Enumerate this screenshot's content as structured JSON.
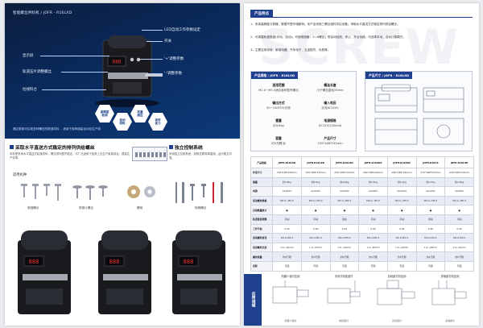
{
  "left": {
    "hero_title": "智能螺丝供料机 / JOFR · R16LXD",
    "callouts": [
      "LED自动工作参数设定",
      "开关",
      "显示屏",
      "轨道压片调整螺丝",
      "拉线料仓",
      "'+'调整参数",
      "'-'调整参数"
    ],
    "hexes": [
      "高精度\n检测",
      "自动\n供料",
      "双重\n感应",
      "省时\n省力"
    ],
    "hero_foot": "通过参数可实现多种螺丝的精准供料 ，适用于各种组装自动化生产线",
    "feature1": {
      "title": "采取水平直送方式稳定的排列供给螺丝",
      "desc": "本机型采用水平直送式轨道供料，螺丝排列整齐稳定，可广泛适用于各类工业生产组装场合，提高生产效率。"
    },
    "feature2": {
      "title": "独立控制系统",
      "desc": "采用独立控制系统，参数设置简单直观，运行稳定可靠。"
    },
    "screws_title": "适用机种",
    "screw_groups": [
      "常规螺丝",
      "带垫片螺丝",
      "螺母",
      "特殊螺丝"
    ]
  },
  "right": {
    "watermark": "SCREW",
    "features_tag": "产品特点",
    "features": [
      "1、采用高精度计算器，数据不受环境影响；本产品采用三螺丝组件供应设备；采取水平直送方式稳定排列供给螺丝。",
      "2、可调整轨道宽度(手动、自动)；可使用规格：1～8螺丝；带自动检测、停止、开合功能；可选择手动、自动计数模式。",
      "3、主要应用领域：家用电器、汽车电子、五金配件、玩具等。"
    ],
    "params_tag": "产品规格 / JOFR · R16LXD",
    "dims_tag": "产品尺寸 / JOFR · R16LXD",
    "specs": [
      {
        "k": "适用范围",
        "v": "M2.0~M5.0适合各种型号螺丝"
      },
      {
        "k": "螺丝长度",
        "v": "小于螺丝直径25mm"
      },
      {
        "k": "输出方式",
        "v": "50~100PCS/分钟"
      },
      {
        "k": "输入电压",
        "v": "交流AC220V"
      },
      {
        "k": "重量",
        "v": "约4.8kg"
      },
      {
        "k": "电源规格",
        "v": "DC12V/1200mA"
      },
      {
        "k": "容量",
        "v": "约5万颗/台"
      },
      {
        "k": "产品尺寸",
        "v": "255*188*233mm"
      }
    ],
    "table": {
      "headers": [
        "产品规格",
        "JOFR-R16LXD",
        "JOFR-R16LXD",
        "JOFR-R16LXD",
        "JOFR-R16XDS",
        "JOFR-R16XDC",
        "JOFR-R16CX",
        "JOFR-R16LXD"
      ],
      "rows": [
        [
          "外形尺寸",
          "255*188*233mm",
          "255*188*233mm",
          "255*188*233mm",
          "260*188*240mm",
          "260*188*240mm",
          "275*188*233mm",
          "255*188*233mm"
        ],
        [
          "重量",
          "约4.8kg",
          "约4.8kg",
          "约4.8kg",
          "约5.2kg",
          "约5.2kg",
          "约5.0kg",
          "约4.8kg"
        ],
        [
          "电源",
          "AC220V",
          "AC220V",
          "AC220V",
          "AC220V",
          "AC220V",
          "AC220V",
          "AC220V"
        ],
        [
          "适用螺丝规格",
          "M2.0~M5.0",
          "M2.0~M5.0",
          "M2.0~M5.0",
          "M2.0~M5.0",
          "M2.0~M5.0",
          "M2.0~M5.0",
          "M2.0~M5.0"
        ],
        [
          "自动数量统计",
          "●",
          "●",
          "●",
          "●",
          "●",
          "●",
          "●"
        ],
        [
          "轨道宽度调整",
          "手动",
          "手动",
          "自动",
          "手动",
          "手动",
          "自动",
          "手动"
        ],
        [
          "工作节拍",
          "0.5S",
          "0.5S",
          "0.5S",
          "0.5S",
          "0.5S",
          "0.5S",
          "0.5S"
        ],
        [
          "适用螺丝直径",
          "M2.0-M5.0",
          "M2.0-M5.0",
          "M2.0-M5.0",
          "M2.0-M5.0",
          "M2.0-M5.0",
          "M2.0-M5.0",
          "M2.0-M5.0"
        ],
        [
          "适用螺丝长度",
          "1.0~20mm",
          "1.0~20mm",
          "1.0~20mm",
          "1.0~20mm",
          "1.0~20mm",
          "1.0~20mm",
          "1.0~20mm"
        ],
        [
          "螺丝容量",
          "约5万颗",
          "约5万颗",
          "约5万颗",
          "约5万颗",
          "约5万颗",
          "约5万颗",
          "约5万颗"
        ],
        [
          "选配",
          "可选",
          "可选",
          "可选",
          "可选",
          "可选",
          "可选",
          "可选"
        ]
      ]
    },
    "app_side": "应用领域",
    "apps": [
      {
        "cap": "机器人锁付应用",
        "sub": "机器人锁付"
      },
      {
        "cap": "手持式电批锁付",
        "sub": "电批锁付"
      },
      {
        "cap": "自动锁付机应用",
        "sub": "自动锁付"
      },
      {
        "cap": "多轴锁付机应用",
        "sub": "多轴锁付"
      }
    ]
  },
  "colors": {
    "brand": "#1f3f8f",
    "hero": "#0a2a5c"
  }
}
